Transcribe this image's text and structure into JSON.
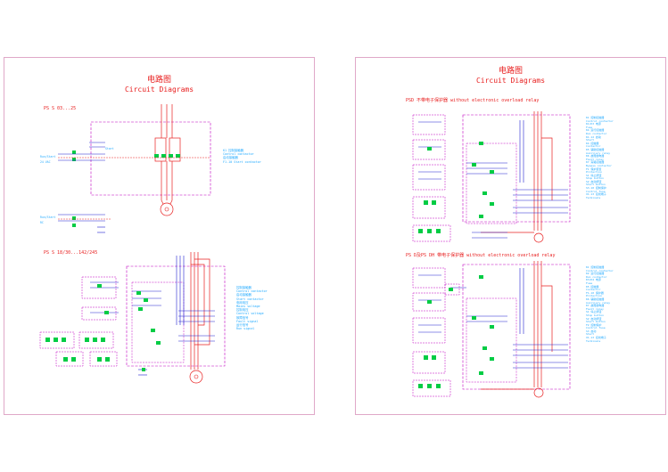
{
  "left": {
    "title_cn": "电路图",
    "title_en": "Circuit Diagrams",
    "section1": "PS S 03...25",
    "section2": "PS S 18/30...142/245",
    "legend1": [
      "K1    控制接触器",
      "      Control contactor",
      "      启动接触器",
      "F1.10 Start contactor"
    ],
    "legend2": [
      "控制接触器",
      "Control contactor",
      "启动接触器",
      "Start contactor",
      "电网电压",
      "Mains voltage",
      "控制电压",
      "Control voltage",
      "故障信号",
      "Fault signal",
      "运行信号",
      "Run signal"
    ]
  },
  "right": {
    "title_cn": "电路图",
    "title_en": "Circuit Diagrams",
    "section1": "PSD 不带电子保护器 without electronic overload relay",
    "section2": "PS D及PS DH 带电子保护器 without electronic overload relay",
    "legend1": [
      "K1    控制接触器",
      "      Control contactor",
      "K1/K3 电源",
      "      Fuse",
      "K4    运行接触器",
      "      Run contactor",
      "K1.12 启动",
      "      Start",
      "K4    接触器",
      "      Contactor",
      "K5    辅助接触器",
      "      Auxiliary relay",
      "K6    故障继电器",
      "      Fault relay",
      "K7    旁路接触器",
      "      Bypass contactor",
      "F1    保护装置",
      "      Protection",
      "S1    停止按钮",
      "      Stop button",
      "S2    启动按钮",
      "      Start button",
      "S3.10 控制保护",
      "      Control fuse",
      "X1.13 接线端子",
      "      Terminals"
    ],
    "legend2": [
      "K1    控制接触器",
      "      Control contactor",
      "K2    运行接触器",
      "      Run contactor",
      "K3/K4 电源",
      "      Fuse",
      "K5    接触器",
      "      Contactor",
      "F1.10 保护器",
      "      Protection",
      "K6    辅助接触器",
      "      Auxiliary relay",
      "K7    故障继电器",
      "      Fault relay",
      "S1    停止按钮",
      "      Stop button",
      "S2    启动按钮",
      "      Start button",
      "F2    控制保护",
      "      Control fuse",
      "S3    启动",
      "      Start",
      "X1.13 接线端子",
      "      Terminals"
    ]
  },
  "colors": {
    "title": "#e82020",
    "power": "#e82020",
    "control": "#2020d0",
    "frame": "#c000c0",
    "component": "#00cc44",
    "text": "#22aaff"
  }
}
